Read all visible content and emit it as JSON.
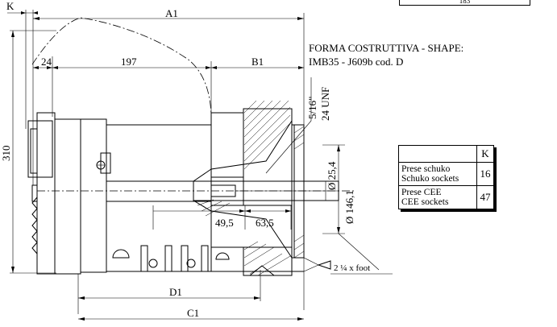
{
  "title": {
    "line1": "FORMA COSTRUTTIVA - SHAPE:",
    "line2": "IMB35 - J609b cod. D"
  },
  "dimensions": {
    "k": "K",
    "a1": "A1",
    "d24": "24",
    "d197": "197",
    "b1": "B1",
    "d310": "310",
    "thread_a": "5/16\"",
    "thread_b": "24 UNF",
    "shaft_dia": "Ø 25,4",
    "flange_dia": "Ø 146,1",
    "d49_5": "49,5",
    "d63_5": "63,5",
    "d1": "D1",
    "c1": "C1",
    "foot": "2 ¼ x foot",
    "top_partial": "183"
  },
  "k_table": {
    "header": "K",
    "rows": [
      {
        "label1": "Prese schuko",
        "label2": "Schuko sockets",
        "value": "16"
      },
      {
        "label1": "Prese CEE",
        "label2": "CEE sockets",
        "value": "47"
      }
    ]
  }
}
